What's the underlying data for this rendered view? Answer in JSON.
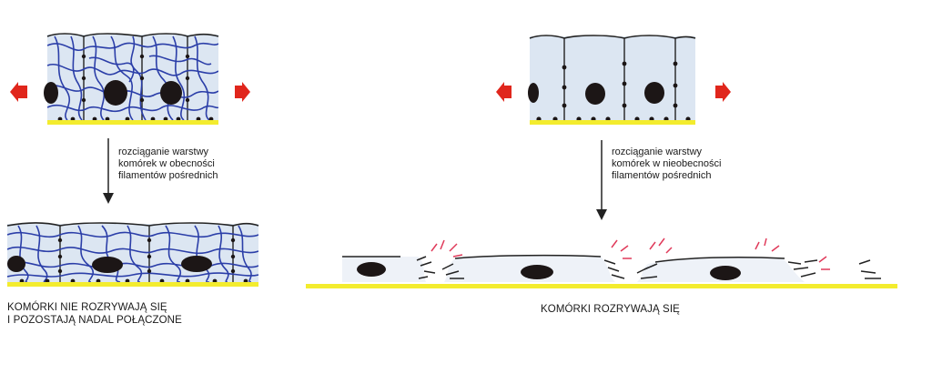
{
  "left_panel": {
    "step_label": [
      "rozciąganie warstwy",
      "komórek w obecności",
      "filamentów pośrednich"
    ],
    "result_caption": [
      "KOMÓRKI NIE ROZRYWAJĄ SIĘ",
      "I POZOSTAJĄ NADAL POŁĄCZONE"
    ]
  },
  "right_panel": {
    "step_label": [
      "rozciąganie warstwy",
      "komórek w nieobecności",
      "filamentów pośrednich"
    ],
    "result_caption": "KOMÓRKI ROZRYWAJĄ SIĘ"
  },
  "colors": {
    "cytoplasm": "#dce6f2",
    "filament": "#2b3ea8",
    "basal_lamina": "#f3ec2e",
    "stretch_arrow": "#e0261c",
    "nucleus": "#1c1616",
    "outline": "#222222",
    "tear_marks": "#e03a5a"
  }
}
